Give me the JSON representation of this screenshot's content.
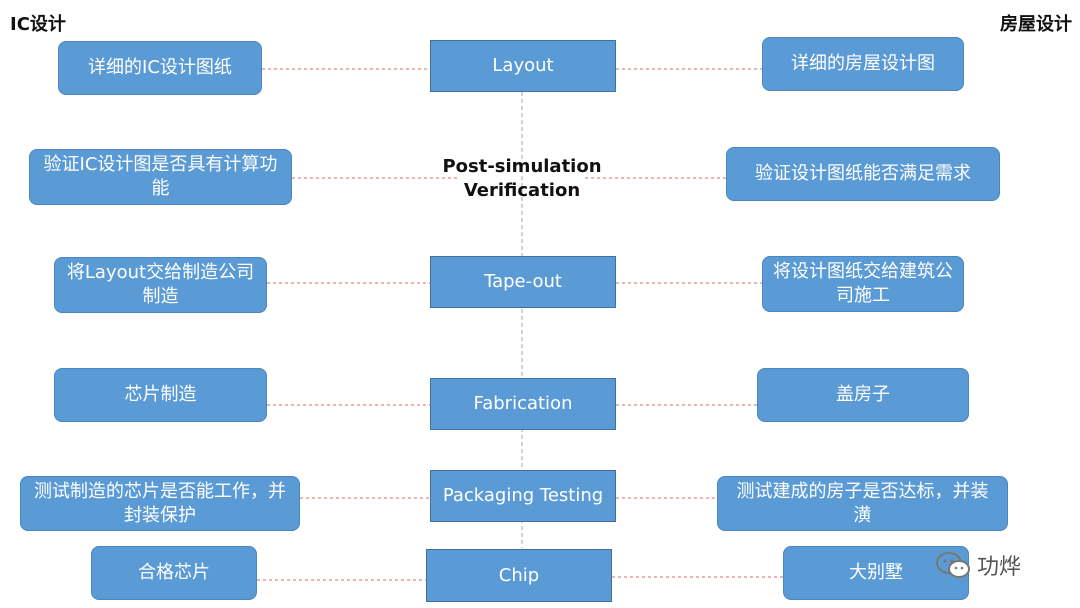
{
  "titles": {
    "left": "IC设计",
    "right": "房屋设计"
  },
  "rows": [
    {
      "left": "详细的IC设计图纸",
      "center": "Layout",
      "right": "详细的房屋设计图",
      "center_boxed": true
    },
    {
      "left": "验证IC设计图是否具有计算功能",
      "center": "Post-simulation Verification",
      "right": "验证设计图纸能否满足需求",
      "center_boxed": false
    },
    {
      "left": "将Layout交给制造公司制造",
      "center": "Tape-out",
      "right": "将设计图纸交给建筑公司施工",
      "center_boxed": true
    },
    {
      "left": "芯片制造",
      "center": "Fabrication",
      "right": "盖房子",
      "center_boxed": true
    },
    {
      "left": "测试制造的芯片是否能工作，并封装保护",
      "center": "Packaging Testing",
      "right": "测试建成的房子是否达标，并装潢",
      "center_boxed": true
    },
    {
      "left": "合格芯片",
      "center": "Chip",
      "right": "大别墅",
      "center_boxed": true
    }
  ],
  "watermark": {
    "text": "功烨"
  },
  "colors": {
    "box_fill": "#5b9bd5",
    "connector": "#e06666",
    "spine": "#a6a6a6"
  }
}
